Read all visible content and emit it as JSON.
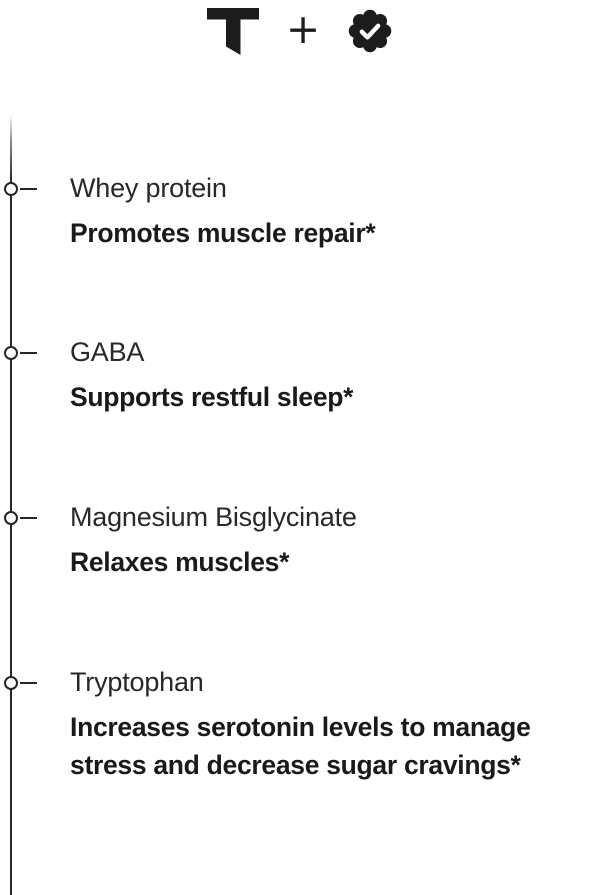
{
  "header": {
    "brand_letter": "T",
    "plus_sign": "+",
    "badge_icon": "rosette-check-verified-badge"
  },
  "colors": {
    "background": "#ffffff",
    "text_name": "#282828",
    "text_benefit": "#1a1a1a",
    "timeline": "#262626",
    "logo": "#1c1c1c"
  },
  "ingredients": [
    {
      "name": "Whey protein",
      "benefit": "Promotes muscle repair*"
    },
    {
      "name": "GABA",
      "benefit": "Supports restful sleep*"
    },
    {
      "name": "Magnesium Bisglycinate",
      "benefit": "Relaxes muscles*"
    },
    {
      "name": "Tryptophan",
      "benefit": "Increases serotonin levels to manage stress and decrease sugar cravings*"
    }
  ]
}
